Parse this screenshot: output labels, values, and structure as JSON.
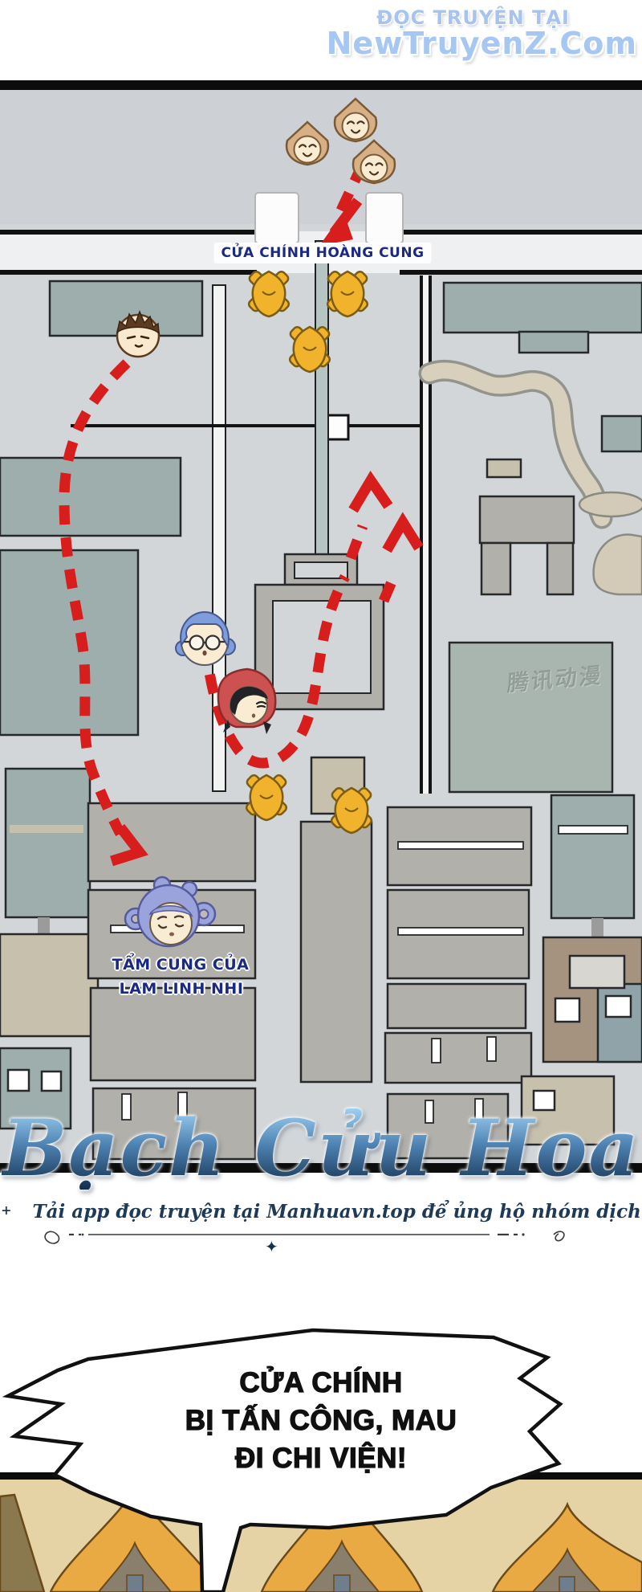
{
  "header": {
    "tagline": "ĐỌC TRUYỆN TẠI",
    "site": "NewTruyenZ.Com"
  },
  "map": {
    "gate_label": "CỬA CHÍNH HOÀNG CUNG",
    "bedroom_label_line1": "TẨM CUNG CỦA",
    "bedroom_label_line2": "LAM LINH NHI",
    "watermark": "腾讯动漫",
    "icons": [
      "hooded-intruder-icon",
      "hooded-intruder-icon",
      "hooded-intruder-icon",
      "guard-emblem-icon",
      "guard-emblem-icon",
      "guard-emblem-icon",
      "guard-emblem-icon",
      "guard-emblem-icon",
      "brown-hair-boy-icon",
      "blue-hair-glasses-girl-icon",
      "red-hood-girl-icon",
      "sleeping-lam-linh-nhi-icon",
      "red-dashed-route-arrow",
      "red-dashed-route-arrow",
      "red-dashed-route-arrow"
    ]
  },
  "credits": {
    "star": "✦",
    "plus": "+",
    "title": "Bạch Cửu Hoa",
    "subtitle": "Tải app đọc truyện tại Manhuavn.top để ủng hộ nhóm dịch"
  },
  "bubble": {
    "line1": "CỬA CHÍNH",
    "line2": "BỊ TẤN CÔNG, MAU",
    "line3": "ĐI CHI VIỆN!"
  },
  "colors": {
    "label_blue": "#1b2a80",
    "header_blue": "#a6c7f2",
    "arrow_red": "#d81d1d",
    "guard_gold": "#f1b22c",
    "map_bg": "#d2d6d9",
    "roof_orange": "#eaaa43",
    "ground_tan": "#e6d3a5"
  }
}
